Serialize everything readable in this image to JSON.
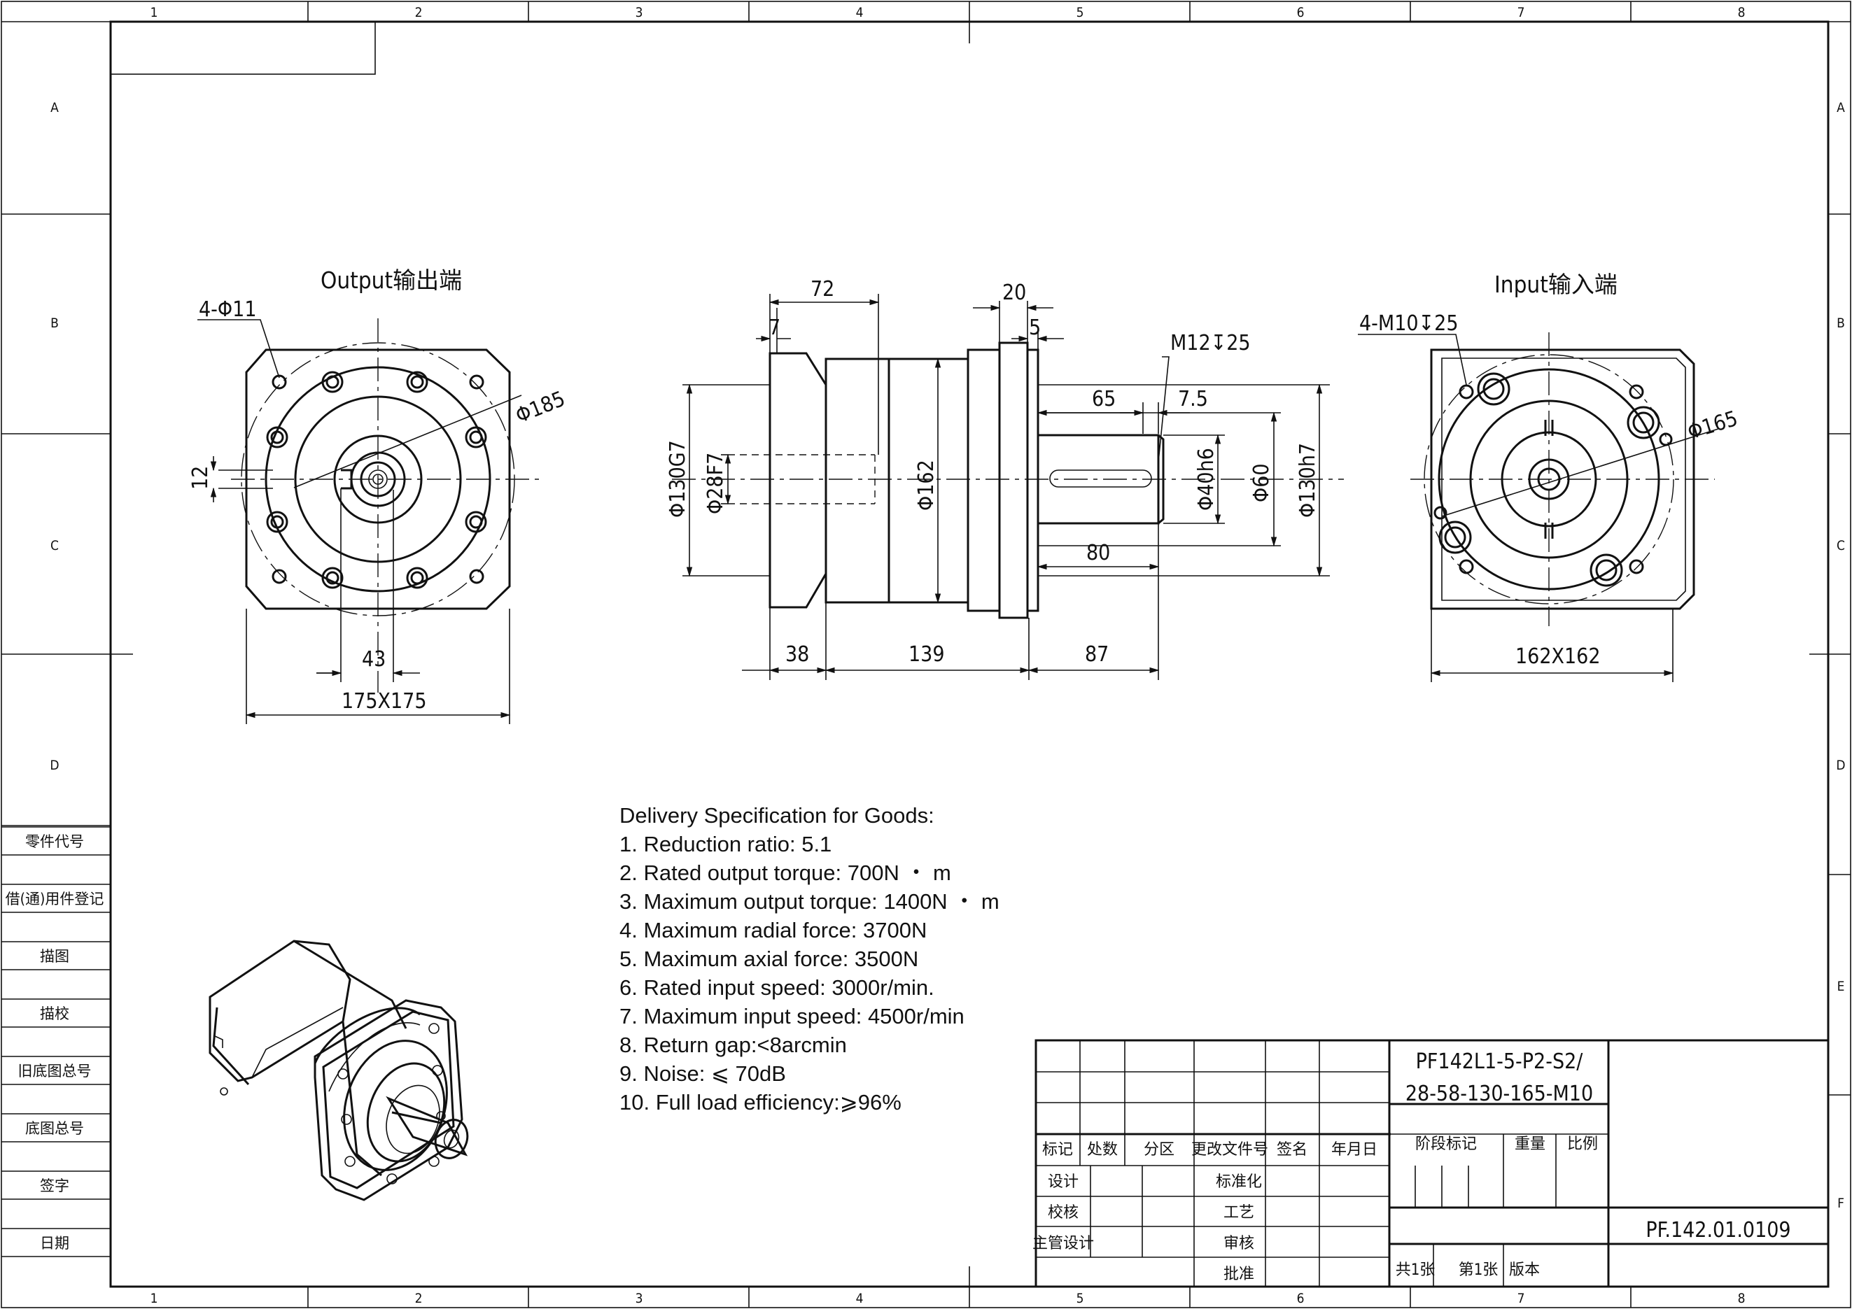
{
  "grid": {
    "cols": [
      "1",
      "2",
      "3",
      "4",
      "5",
      "6",
      "7",
      "8"
    ],
    "rows": [
      "A",
      "B",
      "C",
      "D",
      "E",
      "F"
    ]
  },
  "views": {
    "output_title": "Output输出端",
    "input_title": "Input输入端"
  },
  "dims": {
    "holes_out": "4-Φ11",
    "d185": "Φ185",
    "d12": "12",
    "d43": "43",
    "sq175": "175X175",
    "d72": "72",
    "d7": "7",
    "d20": "20",
    "d5": "5",
    "m12": "M12↧25",
    "d65": "65",
    "d7_5": "7.5",
    "d130g7": "Φ130G7",
    "d28f7": "Φ28F7",
    "d162": "Φ162",
    "d40h6": "Φ40h6",
    "d60": "Φ60",
    "d130h7": "Φ130h7",
    "d80": "80",
    "d38": "38",
    "d139": "139",
    "d87": "87",
    "m10": "4-M10↧25",
    "d165": "Φ165",
    "sq162": "162X162"
  },
  "left_table": [
    "零件代号",
    "借(通)用件登记",
    "描图",
    "描校",
    "旧底图总号",
    "底图总号",
    "签字",
    "日期"
  ],
  "spec": {
    "title": "Delivery Specification for Goods:",
    "items": [
      "1. Reduction ratio: 5.1",
      "2. Rated output torque: 700N ・ m",
      "3. Maximum output torque: 1400N ・ m",
      "4. Maximum radial force: 3700N",
      "5. Maximum axial force: 3500N",
      "6. Rated input speed: 3000r/min.",
      "7. Maximum input speed: 4500r/min",
      "8. Return gap:<8arcmin",
      "9. Noise: ⩽ 70dB",
      "10. Full load efficiency:⩾96%"
    ]
  },
  "title_block": {
    "model_line1": "PF142L1-5-P2-S2/",
    "model_line2": "28-58-130-165-M10",
    "headers": [
      "标记",
      "处数",
      "分区",
      "更改文件号",
      "签名",
      "年月日"
    ],
    "stage_labels": [
      "阶段标记",
      "重量",
      "比例"
    ],
    "rows_left": [
      "设计",
      "校核",
      "主管设计"
    ],
    "rows_mid": [
      "标准化",
      "工艺",
      "审核",
      "批准"
    ],
    "drawing_no": "PF.142.01.0109",
    "sheet_total": "共1张",
    "sheet_no": "第1张",
    "version": "版本"
  }
}
